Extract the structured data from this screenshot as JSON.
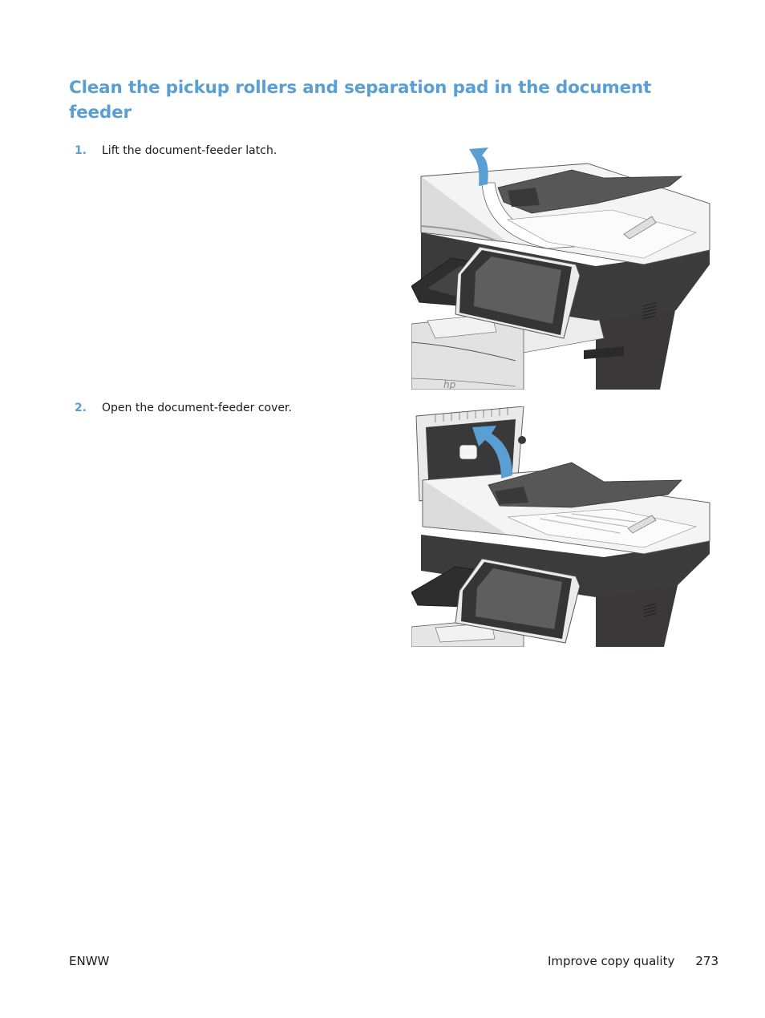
{
  "section": {
    "title": "Clean the pickup rollers and separation pad in the document feeder",
    "accent_color": "#5a9fd4"
  },
  "steps": [
    {
      "number": "1.",
      "text": "Lift the document-feeder latch.",
      "figure": {
        "icon": "printer-latch-lift-illustration",
        "arrow": "lift-arrow-icon"
      }
    },
    {
      "number": "2.",
      "text": "Open the document-feeder cover.",
      "figure": {
        "icon": "printer-cover-open-illustration",
        "arrow": "open-arrow-icon"
      }
    }
  ],
  "footer": {
    "left": "ENWW",
    "section_name": "Improve copy quality",
    "page_number": "273"
  }
}
